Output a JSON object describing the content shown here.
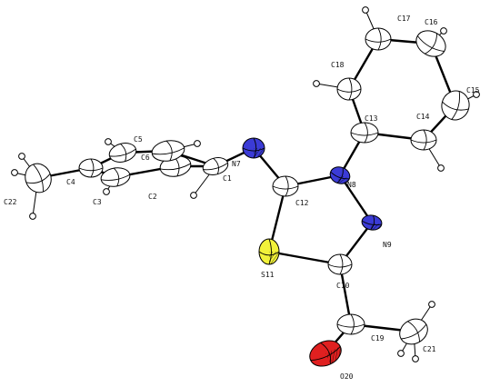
{
  "colors": {
    "carbon": "#ffffff",
    "hydrogen": "#ffffff",
    "nitrogen": "#3b3bd6",
    "sulfur": "#f2f23a",
    "oxygen": "#e02020",
    "bond": "#000000",
    "outline": "#000000"
  },
  "atoms": [
    {
      "id": "C1",
      "element": "C",
      "label": "C1"
    },
    {
      "id": "C2",
      "element": "C",
      "label": "C2"
    },
    {
      "id": "C3",
      "element": "C",
      "label": "C3"
    },
    {
      "id": "C4",
      "element": "C",
      "label": "C4"
    },
    {
      "id": "C5",
      "element": "C",
      "label": "C5"
    },
    {
      "id": "C6",
      "element": "C",
      "label": "C6"
    },
    {
      "id": "N7",
      "element": "N",
      "label": "N7"
    },
    {
      "id": "N8",
      "element": "N",
      "label": "N8"
    },
    {
      "id": "N9",
      "element": "N",
      "label": "N9"
    },
    {
      "id": "C10",
      "element": "C",
      "label": "C10"
    },
    {
      "id": "S11",
      "element": "S",
      "label": "S11"
    },
    {
      "id": "C12",
      "element": "C",
      "label": "C12"
    },
    {
      "id": "C13",
      "element": "C",
      "label": "C13"
    },
    {
      "id": "C14",
      "element": "C",
      "label": "C14"
    },
    {
      "id": "C15",
      "element": "C",
      "label": "C15"
    },
    {
      "id": "C16",
      "element": "C",
      "label": "C16"
    },
    {
      "id": "C17",
      "element": "C",
      "label": "C17"
    },
    {
      "id": "C18",
      "element": "C",
      "label": "C18"
    },
    {
      "id": "C19",
      "element": "C",
      "label": "C19"
    },
    {
      "id": "O20",
      "element": "O",
      "label": "O20"
    },
    {
      "id": "C21",
      "element": "C",
      "label": "C21"
    },
    {
      "id": "C22",
      "element": "C",
      "label": "C22"
    }
  ],
  "bonds": [
    [
      "C12",
      "N7"
    ],
    [
      "C12",
      "N8"
    ],
    [
      "C12",
      "S11"
    ],
    [
      "N8",
      "N9"
    ],
    [
      "N9",
      "C10"
    ],
    [
      "C10",
      "S11"
    ],
    [
      "C10",
      "C19"
    ],
    [
      "C19",
      "O20"
    ],
    [
      "C19",
      "C21"
    ],
    [
      "N8",
      "C13"
    ],
    [
      "C13",
      "C14"
    ],
    [
      "C14",
      "C15"
    ],
    [
      "C15",
      "C16"
    ],
    [
      "C16",
      "C17"
    ],
    [
      "C17",
      "C18"
    ],
    [
      "C18",
      "C13"
    ],
    [
      "N7",
      "C1"
    ],
    [
      "C1",
      "C2"
    ],
    [
      "C2",
      "C3"
    ],
    [
      "C3",
      "C4"
    ],
    [
      "C4",
      "C5"
    ],
    [
      "C5",
      "C6"
    ],
    [
      "C6",
      "C1"
    ],
    [
      "C4",
      "C22"
    ]
  ]
}
